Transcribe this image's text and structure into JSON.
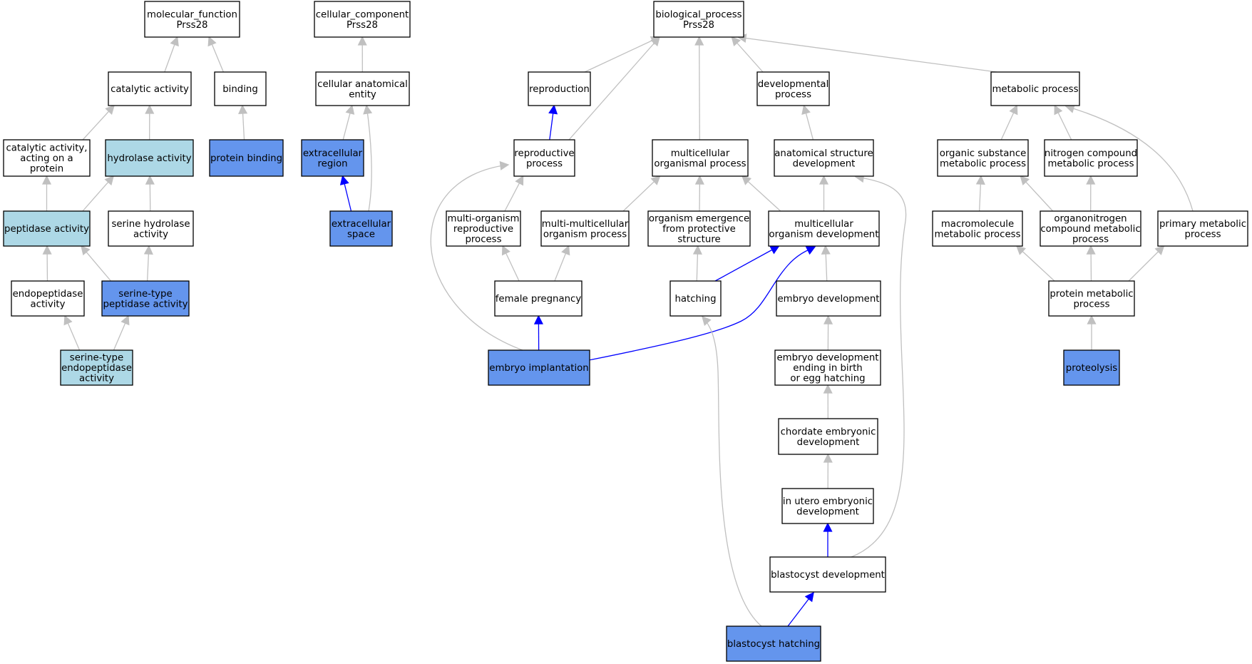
{
  "colors": {
    "plain_fill": "#ffffff",
    "light_fill": "#add8e6",
    "dark_fill": "#6495ed",
    "grey_edge": "#c0c0c0",
    "blue_edge": "#0000ff"
  },
  "nodes": [
    {
      "id": "mf",
      "lines": [
        "molecular_function",
        "Prss28"
      ],
      "style": "plain"
    },
    {
      "id": "cat",
      "lines": [
        "catalytic activity"
      ],
      "style": "plain"
    },
    {
      "id": "bind",
      "lines": [
        "binding"
      ],
      "style": "plain"
    },
    {
      "id": "catprot",
      "lines": [
        "catalytic activity,",
        "acting on a",
        "protein"
      ],
      "style": "plain"
    },
    {
      "id": "hydro",
      "lines": [
        "hydrolase activity"
      ],
      "style": "light"
    },
    {
      "id": "protbind",
      "lines": [
        "protein binding"
      ],
      "style": "dark"
    },
    {
      "id": "pept",
      "lines": [
        "peptidase activity"
      ],
      "style": "light"
    },
    {
      "id": "serhyd",
      "lines": [
        "serine hydrolase",
        "activity"
      ],
      "style": "plain"
    },
    {
      "id": "endo",
      "lines": [
        "endopeptidase",
        "activity"
      ],
      "style": "plain"
    },
    {
      "id": "serpep",
      "lines": [
        "serine-type",
        "peptidase activity"
      ],
      "style": "dark"
    },
    {
      "id": "serendo",
      "lines": [
        "serine-type",
        "endopeptidase",
        "activity"
      ],
      "style": "light"
    },
    {
      "id": "cc",
      "lines": [
        "cellular_component",
        "Prss28"
      ],
      "style": "plain"
    },
    {
      "id": "cae",
      "lines": [
        "cellular anatomical",
        "entity"
      ],
      "style": "plain"
    },
    {
      "id": "exreg",
      "lines": [
        "extracellular",
        "region"
      ],
      "style": "dark"
    },
    {
      "id": "exsp",
      "lines": [
        "extracellular",
        "space"
      ],
      "style": "dark"
    },
    {
      "id": "bp",
      "lines": [
        "biological_process",
        "Prss28"
      ],
      "style": "plain"
    },
    {
      "id": "repro",
      "lines": [
        "reproduction"
      ],
      "style": "plain"
    },
    {
      "id": "devproc",
      "lines": [
        "developmental",
        "process"
      ],
      "style": "plain"
    },
    {
      "id": "metab",
      "lines": [
        "metabolic process"
      ],
      "style": "plain"
    },
    {
      "id": "reproproc",
      "lines": [
        "reproductive",
        "process"
      ],
      "style": "plain"
    },
    {
      "id": "multproc",
      "lines": [
        "multicellular",
        "organismal process"
      ],
      "style": "plain"
    },
    {
      "id": "anatdev",
      "lines": [
        "anatomical structure",
        "development"
      ],
      "style": "plain"
    },
    {
      "id": "orgsub",
      "lines": [
        "organic substance",
        "metabolic process"
      ],
      "style": "plain"
    },
    {
      "id": "nitro",
      "lines": [
        "nitrogen compound",
        "metabolic process"
      ],
      "style": "plain"
    },
    {
      "id": "multorgrep",
      "lines": [
        "multi-organism",
        "reproductive",
        "process"
      ],
      "style": "plain"
    },
    {
      "id": "multmult",
      "lines": [
        "multi-multicellular",
        "organism process"
      ],
      "style": "plain"
    },
    {
      "id": "orgemerg",
      "lines": [
        "organism emergence",
        "from protective",
        "structure"
      ],
      "style": "plain"
    },
    {
      "id": "multdev",
      "lines": [
        "multicellular",
        "organism development"
      ],
      "style": "plain"
    },
    {
      "id": "macro",
      "lines": [
        "macromolecule",
        "metabolic process"
      ],
      "style": "plain"
    },
    {
      "id": "orgnit",
      "lines": [
        "organonitrogen",
        "compound metabolic",
        "process"
      ],
      "style": "plain"
    },
    {
      "id": "primary",
      "lines": [
        "primary metabolic",
        "process"
      ],
      "style": "plain"
    },
    {
      "id": "fempreg",
      "lines": [
        "female pregnancy"
      ],
      "style": "plain"
    },
    {
      "id": "hatching",
      "lines": [
        "hatching"
      ],
      "style": "plain"
    },
    {
      "id": "embdev",
      "lines": [
        "embryo development"
      ],
      "style": "plain"
    },
    {
      "id": "protmet",
      "lines": [
        "protein metabolic",
        "process"
      ],
      "style": "plain"
    },
    {
      "id": "embimp",
      "lines": [
        "embryo implantation"
      ],
      "style": "dark"
    },
    {
      "id": "embbirth",
      "lines": [
        "embryo development",
        "ending in birth",
        "or egg hatching"
      ],
      "style": "plain"
    },
    {
      "id": "proteo",
      "lines": [
        "proteolysis"
      ],
      "style": "dark"
    },
    {
      "id": "chordate",
      "lines": [
        "chordate embryonic",
        "development"
      ],
      "style": "plain"
    },
    {
      "id": "inutero",
      "lines": [
        "in utero embryonic",
        "development"
      ],
      "style": "plain"
    },
    {
      "id": "blastdev",
      "lines": [
        "blastocyst development"
      ],
      "style": "plain"
    },
    {
      "id": "blasthatch",
      "lines": [
        "blastocyst hatching"
      ],
      "style": "dark"
    }
  ],
  "edges": [
    {
      "from": "cat",
      "to": "mf",
      "color": "grey"
    },
    {
      "from": "bind",
      "to": "mf",
      "color": "grey"
    },
    {
      "from": "catprot",
      "to": "cat",
      "color": "grey"
    },
    {
      "from": "hydro",
      "to": "cat",
      "color": "grey"
    },
    {
      "from": "protbind",
      "to": "bind",
      "color": "grey"
    },
    {
      "from": "pept",
      "to": "catprot",
      "color": "grey"
    },
    {
      "from": "pept",
      "to": "hydro",
      "color": "grey"
    },
    {
      "from": "serhyd",
      "to": "hydro",
      "color": "grey"
    },
    {
      "from": "endo",
      "to": "pept",
      "color": "grey"
    },
    {
      "from": "serpep",
      "to": "pept",
      "color": "grey"
    },
    {
      "from": "serpep",
      "to": "serhyd",
      "color": "grey"
    },
    {
      "from": "serendo",
      "to": "endo",
      "color": "grey"
    },
    {
      "from": "serendo",
      "to": "serpep",
      "color": "grey"
    },
    {
      "from": "cae",
      "to": "cc",
      "color": "grey"
    },
    {
      "from": "exreg",
      "to": "cae",
      "color": "grey"
    },
    {
      "from": "exsp",
      "to": "cae",
      "color": "grey"
    },
    {
      "from": "exsp",
      "to": "exreg",
      "color": "blue"
    },
    {
      "from": "repro",
      "to": "bp",
      "color": "grey"
    },
    {
      "from": "reproproc",
      "to": "bp",
      "color": "grey"
    },
    {
      "from": "multproc",
      "to": "bp",
      "color": "grey"
    },
    {
      "from": "devproc",
      "to": "bp",
      "color": "grey"
    },
    {
      "from": "metab",
      "to": "bp",
      "color": "grey"
    },
    {
      "from": "reproproc",
      "to": "repro",
      "color": "blue"
    },
    {
      "from": "anatdev",
      "to": "devproc",
      "color": "grey"
    },
    {
      "from": "orgsub",
      "to": "metab",
      "color": "grey"
    },
    {
      "from": "nitro",
      "to": "metab",
      "color": "grey"
    },
    {
      "from": "primary",
      "to": "metab",
      "color": "grey"
    },
    {
      "from": "multorgrep",
      "to": "reproproc",
      "color": "grey"
    },
    {
      "from": "multmult",
      "to": "multproc",
      "color": "grey"
    },
    {
      "from": "orgemerg",
      "to": "multproc",
      "color": "grey"
    },
    {
      "from": "multdev",
      "to": "multproc",
      "color": "grey"
    },
    {
      "from": "multdev",
      "to": "anatdev",
      "color": "grey"
    },
    {
      "from": "macro",
      "to": "orgsub",
      "color": "grey"
    },
    {
      "from": "orgnit",
      "to": "orgsub",
      "color": "grey"
    },
    {
      "from": "orgnit",
      "to": "nitro",
      "color": "grey"
    },
    {
      "from": "fempreg",
      "to": "multorgrep",
      "color": "grey"
    },
    {
      "from": "fempreg",
      "to": "multmult",
      "color": "grey"
    },
    {
      "from": "hatching",
      "to": "orgemerg",
      "color": "grey"
    },
    {
      "from": "hatching",
      "to": "multdev",
      "color": "blue"
    },
    {
      "from": "embdev",
      "to": "multdev",
      "color": "grey"
    },
    {
      "from": "protmet",
      "to": "macro",
      "color": "grey"
    },
    {
      "from": "protmet",
      "to": "orgnit",
      "color": "grey"
    },
    {
      "from": "protmet",
      "to": "primary",
      "color": "grey"
    },
    {
      "from": "embimp",
      "to": "fempreg",
      "color": "blue"
    },
    {
      "from": "embimp",
      "to": "reproproc",
      "color": "grey"
    },
    {
      "from": "embimp",
      "to": "multdev",
      "color": "blue"
    },
    {
      "from": "embbirth",
      "to": "embdev",
      "color": "grey"
    },
    {
      "from": "proteo",
      "to": "protmet",
      "color": "grey"
    },
    {
      "from": "chordate",
      "to": "embbirth",
      "color": "grey"
    },
    {
      "from": "inutero",
      "to": "chordate",
      "color": "grey"
    },
    {
      "from": "blastdev",
      "to": "inutero",
      "color": "blue"
    },
    {
      "from": "blastdev",
      "to": "anatdev",
      "color": "grey"
    },
    {
      "from": "blasthatch",
      "to": "blastdev",
      "color": "blue"
    },
    {
      "from": "blasthatch",
      "to": "hatching",
      "color": "grey"
    }
  ]
}
